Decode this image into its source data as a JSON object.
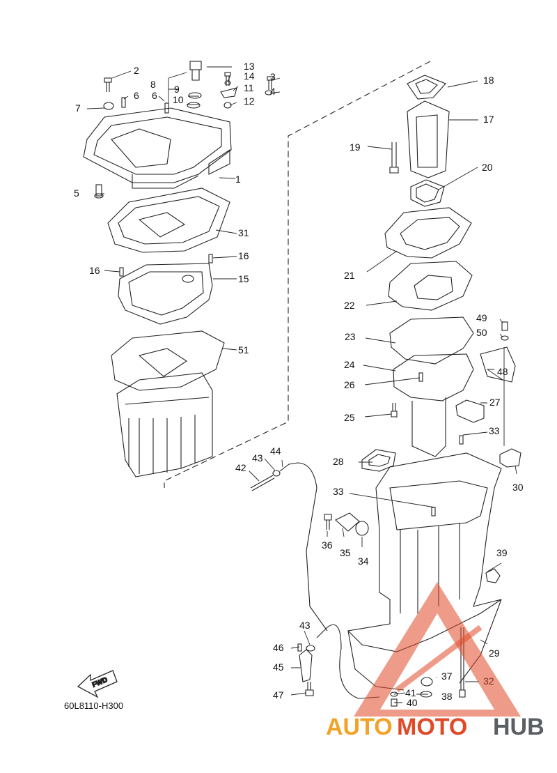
{
  "diagram": {
    "code": "60L8110-H300",
    "fwd_label": "FWD",
    "callouts": [
      "1",
      "2",
      "3",
      "4",
      "5",
      "6",
      "6",
      "7",
      "8",
      "9",
      "10",
      "11",
      "12",
      "13",
      "14",
      "15",
      "16",
      "16",
      "17",
      "18",
      "19",
      "20",
      "21",
      "22",
      "23",
      "24",
      "25",
      "26",
      "27",
      "28",
      "29",
      "30",
      "31",
      "32",
      "33",
      "33",
      "34",
      "35",
      "36",
      "37",
      "38",
      "39",
      "40",
      "41",
      "42",
      "43",
      "43",
      "44",
      "45",
      "46",
      "47",
      "48",
      "49",
      "50",
      "51"
    ]
  },
  "watermark": {
    "part1": "AUTO",
    "part2": "MOTO",
    "part3": "HUB",
    "colors": {
      "auto": "#f2a227",
      "moto": "#e04a28",
      "hub": "#5a5f66"
    }
  }
}
